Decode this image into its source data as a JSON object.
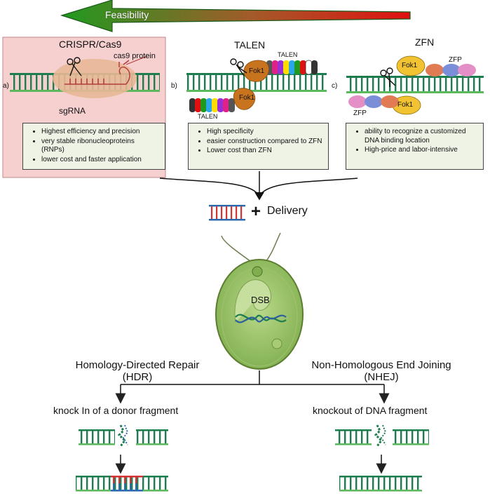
{
  "feasibility_label": "Feasibility",
  "panels": {
    "crispr": {
      "letter": "a)",
      "title": "CRISPR/Cas9",
      "protein_label": "cas9 protein",
      "rna_label": "sgRNA",
      "bullets": [
        "Highest efficiency and precision",
        "very stable ribonucleoproteins (RNPs)",
        "lower cost and faster application"
      ]
    },
    "talen": {
      "letter": "b)",
      "title": "TALEN",
      "module_label": "TALEN",
      "nuclease_top": "Fok1",
      "nuclease_bottom": "Fok1",
      "bottom_module_label": "TALEN",
      "bullets": [
        "High specificity",
        "easier construction compared to ZFN",
        "Lower cost than ZFN"
      ]
    },
    "zfn": {
      "letter": "c)",
      "title": "ZFN",
      "nuclease_top": "Fok1",
      "nuclease_bottom": "Fok1",
      "zfp_top": "ZFP",
      "zfp_bottom": "ZFP",
      "bullets": [
        "ability to recognize a customized DNA binding location",
        "High-price and labor-intensive"
      ]
    }
  },
  "delivery": {
    "plus": "+",
    "label": "Delivery"
  },
  "cell": {
    "dsb_label": "DSB"
  },
  "pathways": {
    "hdr": {
      "title_line1": "Homology-Directed Repair",
      "title_line2": "(HDR)",
      "outcome": "knock In of a donor fragment"
    },
    "nhej": {
      "title_line1": "Non-Homologous End Joining",
      "title_line2": "(NHEJ)",
      "outcome": "knockout of DNA fragment"
    }
  },
  "colors": {
    "dna_green": "#1e7d4f",
    "dna_light": "#5cb85c",
    "panel_pink": "#f6cfcf",
    "cas9": "#e8b896",
    "fok1": "#c8741e",
    "cell_green": "#9cc46a",
    "arrow_green": "#1f8f1f",
    "arrow_red": "#e01010"
  }
}
